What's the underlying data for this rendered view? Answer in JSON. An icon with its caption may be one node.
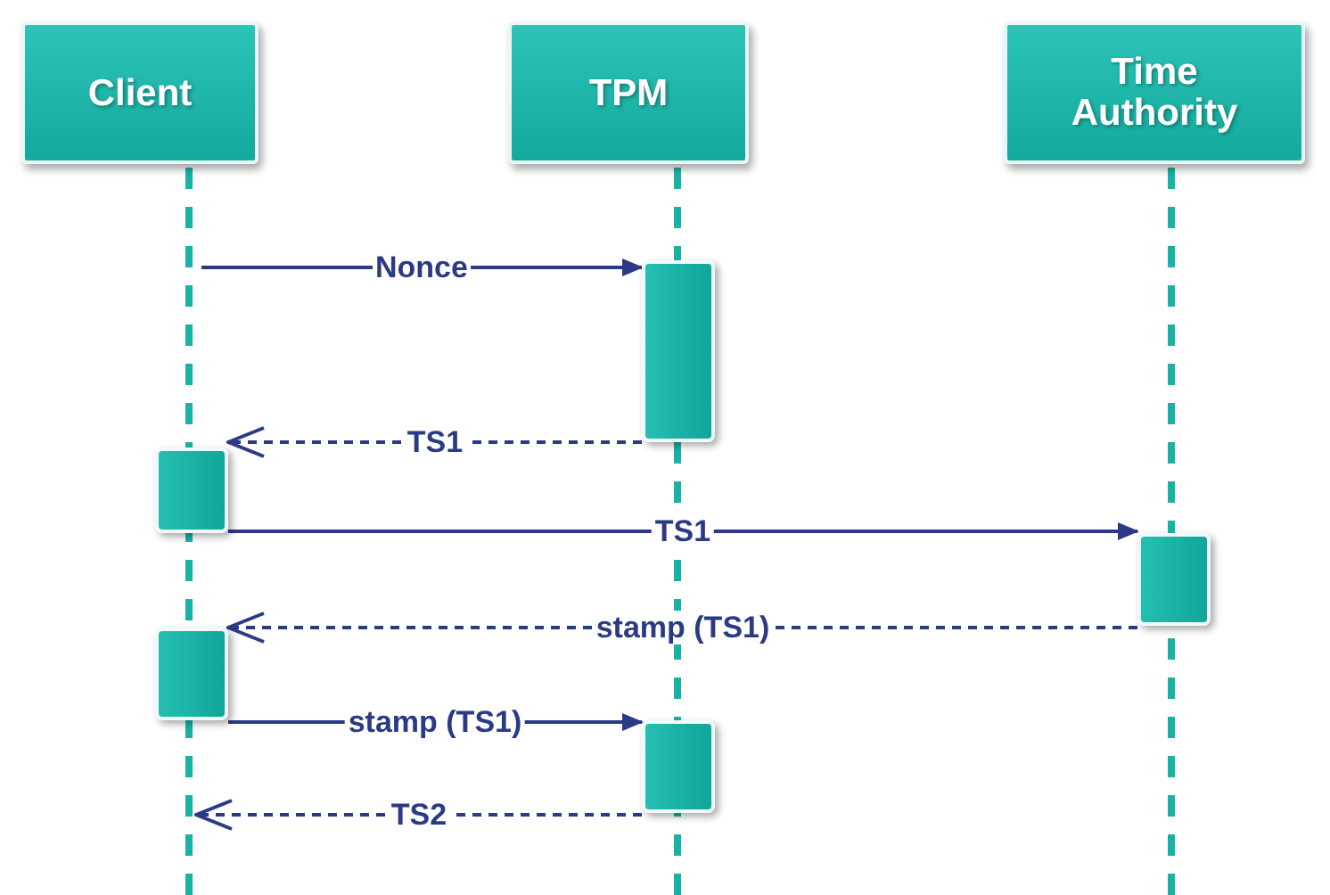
{
  "diagram": {
    "nodes": [
      {
        "text": [
          "Client"
        ]
      },
      {
        "text": [
          "TPM"
        ]
      },
      {
        "text": [
          "Time Authority"
        ]
      },
      {
        "text": [],
        "shape": "bar"
      },
      {
        "text": [],
        "shape": "bar"
      },
      {
        "text": [],
        "shape": "bar"
      },
      {
        "text": [],
        "shape": "bar"
      },
      {
        "text": [],
        "shape": "bar"
      }
    ],
    "edges": [
      {
        "from": null,
        "to": 3,
        "arrow": "to",
        "label": "Nonce"
      },
      {
        "from": 3,
        "to": 4,
        "arrow": "to",
        "label": "TS1",
        "style": "dashed"
      },
      {
        "from": 4,
        "to": 5,
        "arrow": "to",
        "label": "TS1"
      },
      {
        "from": 5,
        "to": 6,
        "arrow": "to",
        "label": "stamp (TS1)",
        "style": "dashed"
      },
      {
        "from": 6,
        "to": 7,
        "arrow": "to",
        "label": "stamp (TS1)"
      },
      {
        "from": 7,
        "to": null,
        "arrow": "to",
        "label": "TS2",
        "style": "dashed"
      }
    ]
  }
}
